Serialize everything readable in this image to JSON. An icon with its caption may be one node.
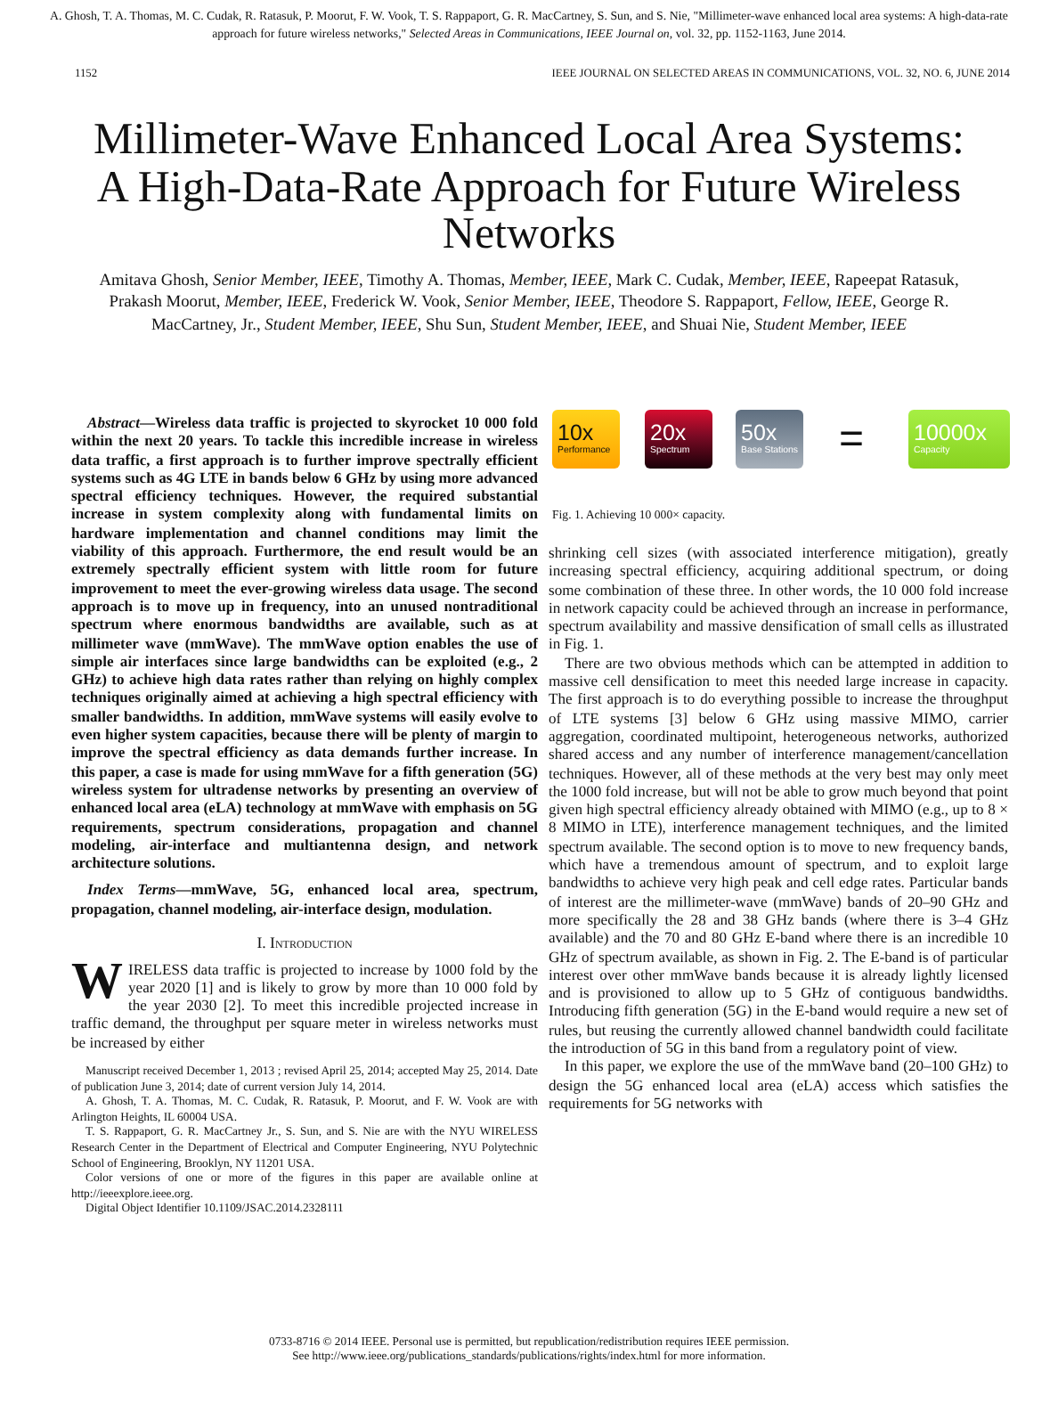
{
  "diagram": {
    "title": "Millimeter-Wave Enhanced Local Area Systems: A High-Data-Rate Approach for Future Wireless Networks",
    "caption": "Fig. 1. Achieving 10 000× capacity.",
    "nodes": [
      {
        "text": [
          "10x",
          "Performance"
        ]
      },
      {
        "text": [
          "20x",
          "Spectrum"
        ]
      },
      {
        "text": [
          "50x",
          "Base Stations"
        ]
      },
      {
        "text": [
          "10000x",
          "Capacity"
        ]
      }
    ],
    "labels": [
      "A. Ghosh, T. A. Thomas, M. C. Cudak, R. Ratasuk, P. Moorut, F. W. Vook, T. S. Rappaport, G. R. MacCartney, S. Sun, and S. Nie, \"Millimeter-wave enhanced local area systems: A high-data-rate approach for future wireless networks,\" *Selected Areas in Communications, IEEE Journal on*, vol. 32, pp. 1152-1163, June 2014.",
      "1152",
      "IEEE JOURNAL ON SELECTED AREAS IN COMMUNICATIONS, VOL. 32, NO. 6, JUNE 2014",
      "Amitava Ghosh, *Senior Member, IEEE*, Timothy A. Thomas, *Member, IEEE*, Mark C. Cudak, *Member, IEEE*, Rapeepat Ratasuk, Prakash Moorut, *Member, IEEE*, Frederick W. Vook, *Senior Member, IEEE*, Theodore S. Rappaport, *Fellow, IEEE*, George R. MacCartney, Jr., *Student Member, IEEE*, Shu Sun, *Student Member, IEEE*, and Shuai Nie, *Student Member, IEEE*",
      "*Abstract*—Wireless data traffic is projected to skyrocket 10 000 fold within the next 20 years. To tackle this incredible increase in wireless data traffic, a first approach is to further improve spectrally efficient systems such as 4G LTE in bands below 6 GHz by using more advanced spectral efficiency techniques. However, the required substantial increase in system complexity along with fundamental limits on hardware implementation and channel conditions may limit the viability of this approach. Furthermore, the end result would be an extremely spectrally efficient system with little room for future improvement to meet the ever-growing wireless data usage. The second approach is to move up in frequency, into an unused nontraditional spectrum where enormous bandwidths are available, such as at millimeter wave (mmWave). The mmWave option enables the use of simple air interfaces since large bandwidths can be exploited (e.g., 2 GHz) to achieve high data rates rather than relying on highly complex techniques originally aimed at achieving a high spectral efficiency with smaller bandwidths. In addition, mmWave systems will easily evolve to even higher system capacities, because there will be plenty of margin to improve the spectral efficiency as data demands further increase. In this paper, a case is made for using mmWave for a fifth generation (5G) wireless system for ultradense networks by presenting an overview of enhanced local area (eLA) technology at mmWave with emphasis on 5G requirements, spectrum considerations, propagation and channel modeling, air-interface and multiantenna design, and network architecture solutions.",
      "*Index Terms*—mmWave, 5G, enhanced local area, spectrum, propagation, channel modeling, air-interface design, modulation.",
      "I. Introduction",
      "WIRELESS data traffic is projected to increase by 1000 fold by the year 2020 [1] and is likely to grow by more than 10 000 fold by the year 2030 [2]. To meet this incredible projected increase in traffic demand, the throughput per square meter in wireless networks must be increased by either",
      "Manuscript received December 1, 2013 ; revised April 25, 2014; accepted May 25, 2014. Date of publication June 3, 2014; date of current version July 14, 2014.",
      "A. Ghosh, T. A. Thomas, M. C. Cudak, R. Ratasuk, P. Moorut, and F. W. Vook are with Arlington Heights, IL 60004 USA.",
      "T. S. Rappaport, G. R. MacCartney Jr., S. Sun, and S. Nie are with the NYU WIRELESS Research Center in the Department of Electrical and Computer Engineering, NYU Polytechnic School of Engineering, Brooklyn, NY 11201 USA.",
      "Color versions of one or more of the figures in this paper are available online at http://ieeexplore.ieee.org.",
      "Digital Object Identifier 10.1109/JSAC.2014.2328111",
      "=",
      "shrinking cell sizes (with associated interference mitigation), greatly increasing spectral efficiency, acquiring additional spectrum, or doing some combination of these three. In other words, the 10 000 fold increase in network capacity could be achieved through an increase in performance, spectrum availability and massive densification of small cells as illustrated in Fig. 1.",
      "There are two obvious methods which can be attempted in addition to massive cell densification to meet this needed large increase in capacity. The first approach is to do everything possible to increase the throughput of LTE systems [3] below 6 GHz using massive MIMO, carrier aggregation, coordinated multipoint, heterogeneous networks, authorized shared access and any number of interference management/cancellation techniques. However, all of these methods at the very best may only meet the 1000 fold increase, but will not be able to grow much beyond that point given high spectral efficiency already obtained with MIMO (e.g., up to 8 × 8 MIMO in LTE), interference management techniques, and the limited spectrum available. The second option is to move to new frequency bands, which have a tremendous amount of spectrum, and to exploit large bandwidths to achieve very high peak and cell edge rates. Particular bands of interest are the millimeter-wave (mmWave) bands of 20–90 GHz and more specifically the 28 and 38 GHz bands (where there is 3–4 GHz available) and the 70 and 80 GHz E-band where there is an incredible 10 GHz of spectrum available, as shown in Fig. 2. The E-band is of particular interest over other mmWave bands because it is already lightly licensed and is provisioned to allow up to 5 GHz of contiguous bandwidths. Introducing fifth generation (5G) in the E-band would require a new set of rules, but reusing the currently allowed channel bandwidth could facilitate the introduction of 5G in this band from a regulatory point of view.",
      "In this paper, we explore the use of the mmWave band (20–100 GHz) to design the 5G enhanced local area (eLA) access which satisfies the requirements for 5G networks with",
      "0733-8716 © 2014 IEEE. Personal use is permitted, but republication/redistribution requires IEEE permission.",
      "See http://www.ieee.org/publications_standards/publications/rights/index.html for more information."
    ]
  }
}
